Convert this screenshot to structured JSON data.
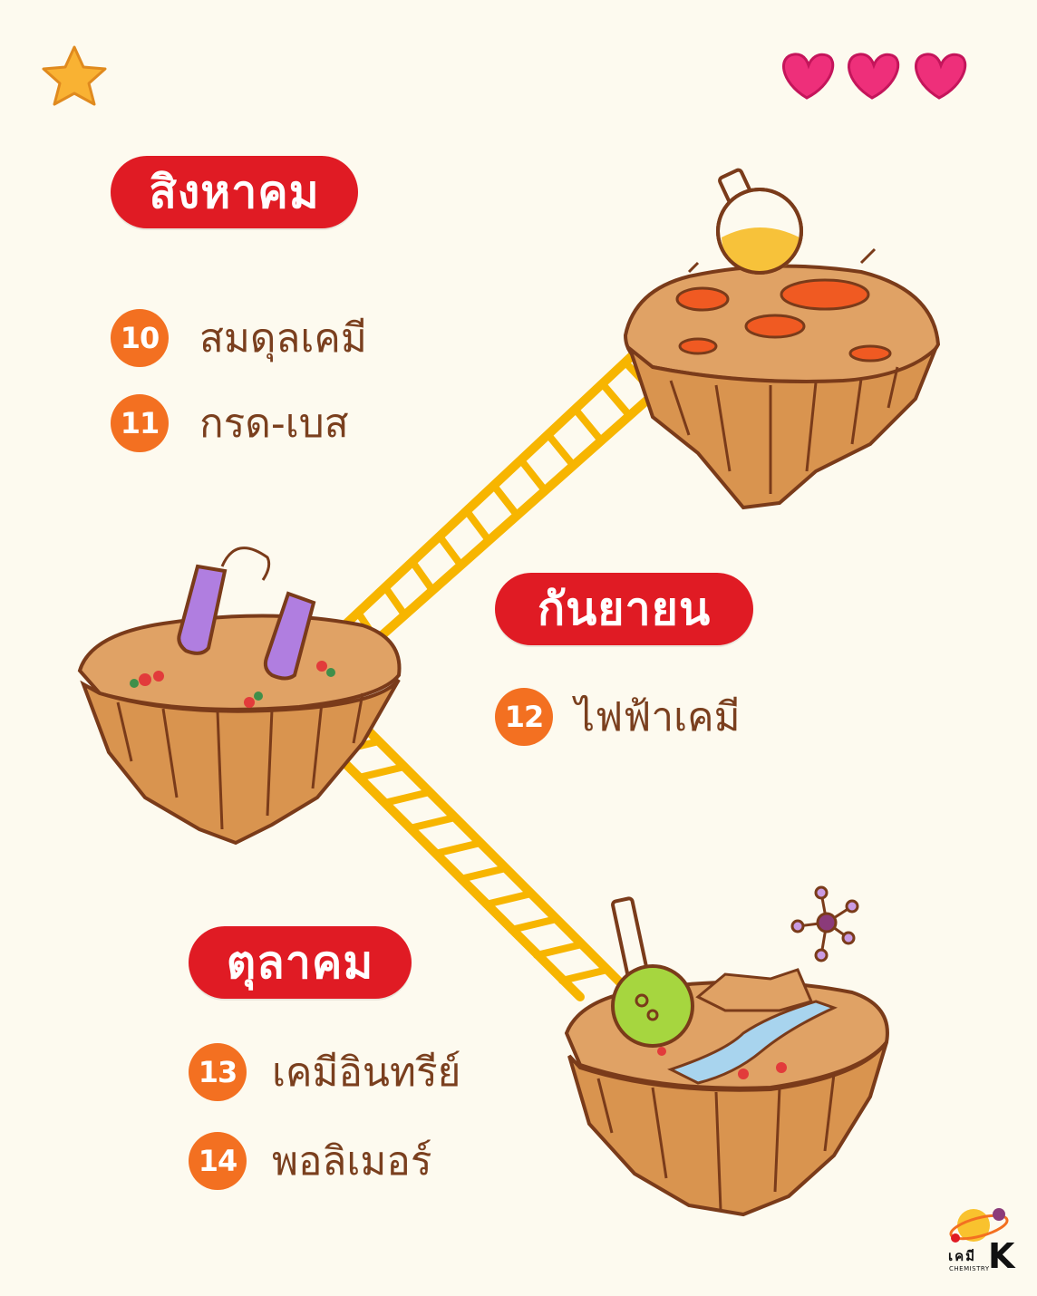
{
  "hud": {
    "lives": 3,
    "star_color": "#f9b233",
    "heart_color": "#ee2f7a"
  },
  "groups": [
    {
      "title": "สิงหาคม",
      "items": [
        {
          "num": "10",
          "label": "สมดุลเคมี"
        },
        {
          "num": "11",
          "label": "กรด-เบส"
        }
      ]
    },
    {
      "title": "กันยายน",
      "items": [
        {
          "num": "12",
          "label": "ไฟฟ้าเคมี"
        }
      ]
    },
    {
      "title": "ตุลาคม",
      "items": [
        {
          "num": "13",
          "label": "เคมีอินทรีย์"
        },
        {
          "num": "14",
          "label": "พอลิเมอร์"
        }
      ]
    }
  ],
  "logo": {
    "text": "เคมี",
    "letter": "K",
    "sub": "CHEMISTRY"
  },
  "colors": {
    "pill": "#e01b24",
    "badge": "#f37021",
    "label": "#7a3f1e",
    "ladder": "#f7b500",
    "island": "#d9944f",
    "outline": "#7a3b1a"
  }
}
